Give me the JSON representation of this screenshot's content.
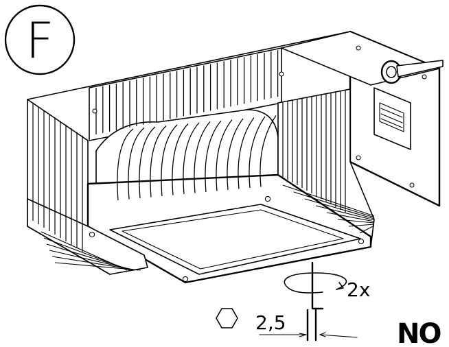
{
  "step": {
    "letter": "F"
  },
  "annotations": {
    "turns": "2x",
    "hex_key_size": "2,5"
  },
  "logo": {
    "text": "NO"
  }
}
